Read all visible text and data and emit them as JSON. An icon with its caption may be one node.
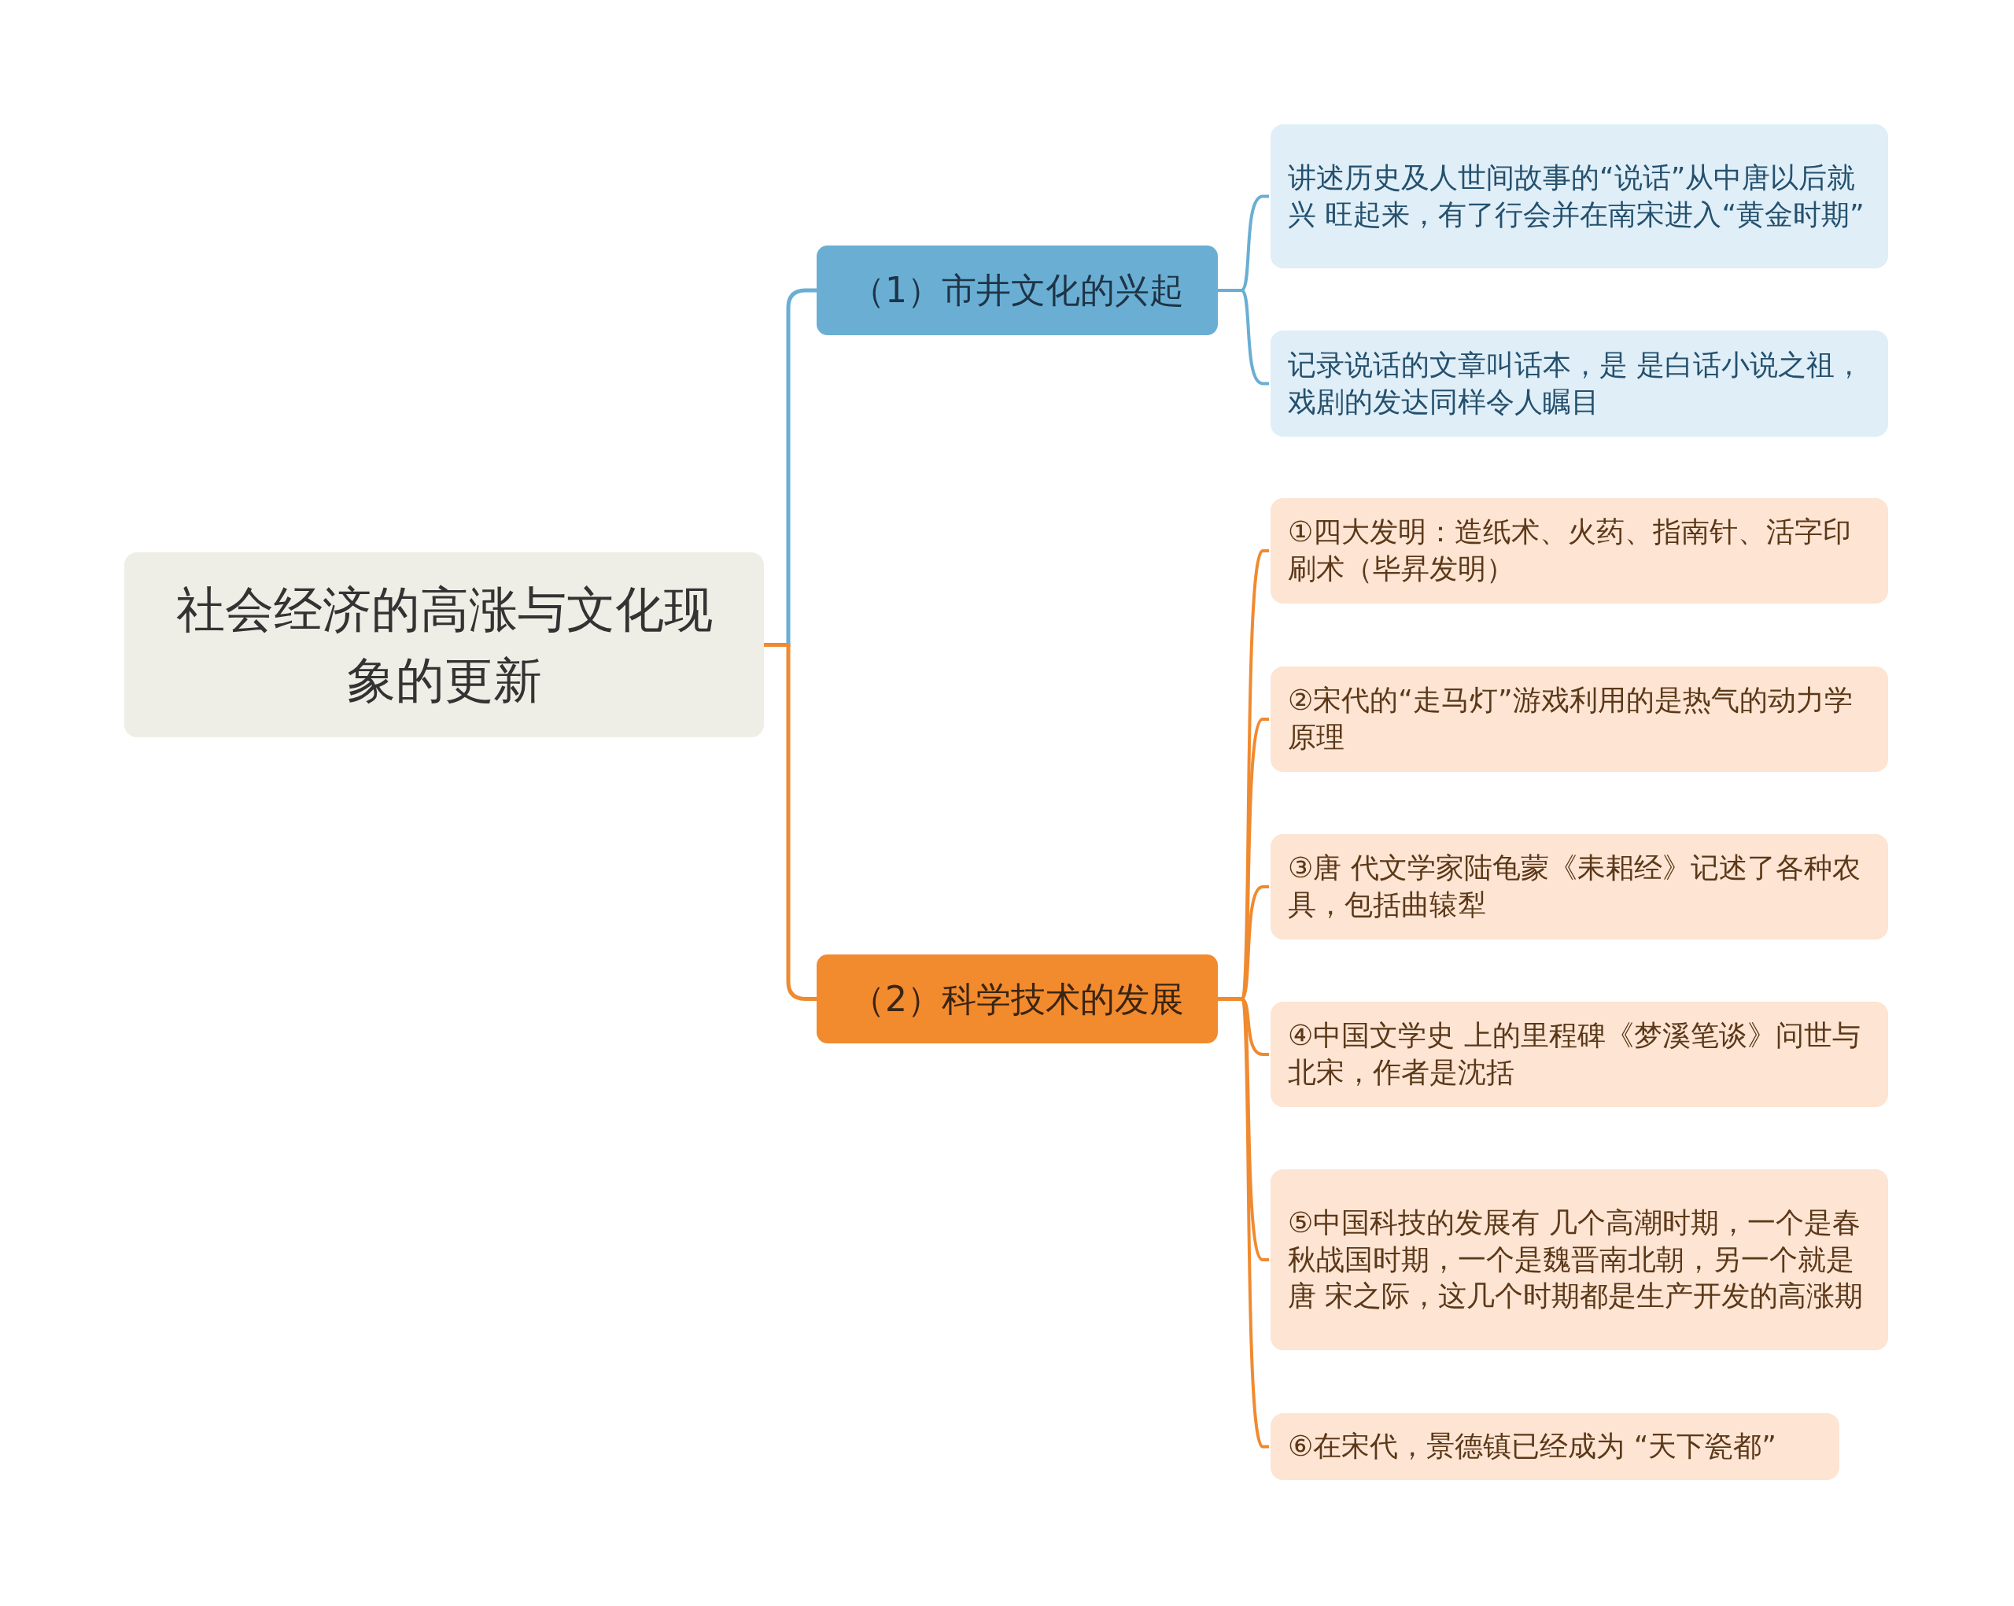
{
  "diagram": {
    "nodes": [
      {
        "text": [
          "社会经济的高涨与文化现象的更新"
        ]
      },
      {
        "text": [
          "（1）市井文化的兴起"
        ]
      },
      {
        "text": [
          "讲述历史及人世间故事的“说话”从中唐以后就兴 旺起来，有了行会并在南宋进入“黄金时期”"
        ]
      },
      {
        "text": [
          "记录说话的文章叫话本，是 是白话小说之祖，戏剧的发达同样令人瞩目"
        ]
      },
      {
        "text": [
          "（2）科学技术的发展"
        ]
      },
      {
        "text": [
          "①四大发明：造纸术、火药、指南针、活字印刷术（毕昇发明）"
        ]
      },
      {
        "text": [
          "②宋代的“走马灯”游戏利用的是热气的动力学原理"
        ]
      },
      {
        "text": [
          "③唐 代文学家陆龟蒙《耒耜经》记述了各种农具，包括曲辕犁"
        ]
      },
      {
        "text": [
          "④中国文学史 上的里程碑《梦溪笔谈》问世与北宋，作者是沈括"
        ]
      },
      {
        "text": [
          "⑤中国科技的发展有 几个高潮时期，一个是春秋战国时期，一个是魏晋南北朝，另一个就是唐 宋之际，这几个时期都是生产开发的高涨期"
        ]
      },
      {
        "text": [
          "⑥在宋代，景德镇已经成为 “天下瓷都”"
        ]
      }
    ],
    "edges": [
      {
        "from": 0,
        "to": 1,
        "arrow": "none",
        "color": "#6aaed3"
      },
      {
        "from": 1,
        "to": 2,
        "arrow": "none",
        "color": "#6aaed3"
      },
      {
        "from": 1,
        "to": 3,
        "arrow": "none",
        "color": "#6aaed3"
      },
      {
        "from": 0,
        "to": 4,
        "arrow": "none"
      },
      {
        "from": 4,
        "to": 5,
        "arrow": "none"
      },
      {
        "from": 4,
        "to": 6,
        "arrow": "none"
      },
      {
        "from": 4,
        "to": 7,
        "arrow": "none"
      },
      {
        "from": 4,
        "to": 8,
        "arrow": "none"
      },
      {
        "from": 4,
        "to": 9,
        "arrow": "none"
      },
      {
        "from": 4,
        "to": 10,
        "arrow": "none"
      }
    ]
  }
}
